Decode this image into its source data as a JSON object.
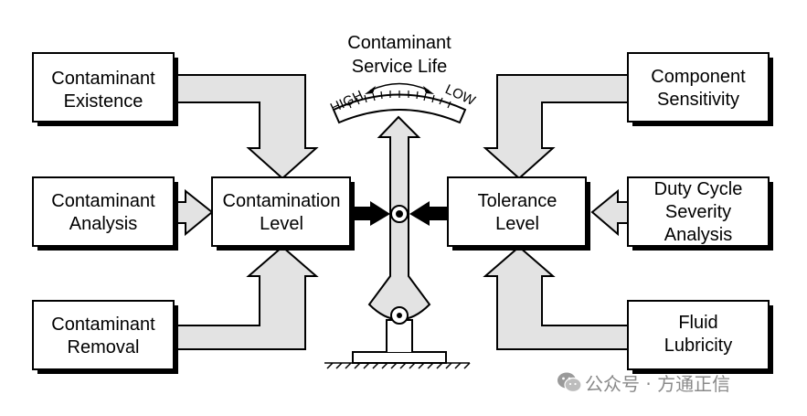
{
  "boxes": {
    "contaminant_existence": [
      "Contaminant",
      "Existence"
    ],
    "contaminant_analysis": [
      "Contaminant",
      "Analysis"
    ],
    "contaminant_removal": [
      "Contaminant",
      "Removal"
    ],
    "contamination_level": [
      "Contamination",
      "Level"
    ],
    "tolerance_level": [
      "Tolerance",
      "Level"
    ],
    "component_sensitivity": [
      "Component",
      "Sensitivity"
    ],
    "duty_cycle": [
      "Duty Cycle",
      "Severity",
      "Analysis"
    ],
    "fluid_lubricity": [
      "Fluid",
      "Lubricity"
    ]
  },
  "gauge": {
    "title": [
      "Contaminant",
      "Service Life"
    ],
    "high_label": "HIGH",
    "low_label": "LOW"
  },
  "watermark": {
    "text": "公众号 · 方通正信",
    "icon": "wechat-icon"
  }
}
